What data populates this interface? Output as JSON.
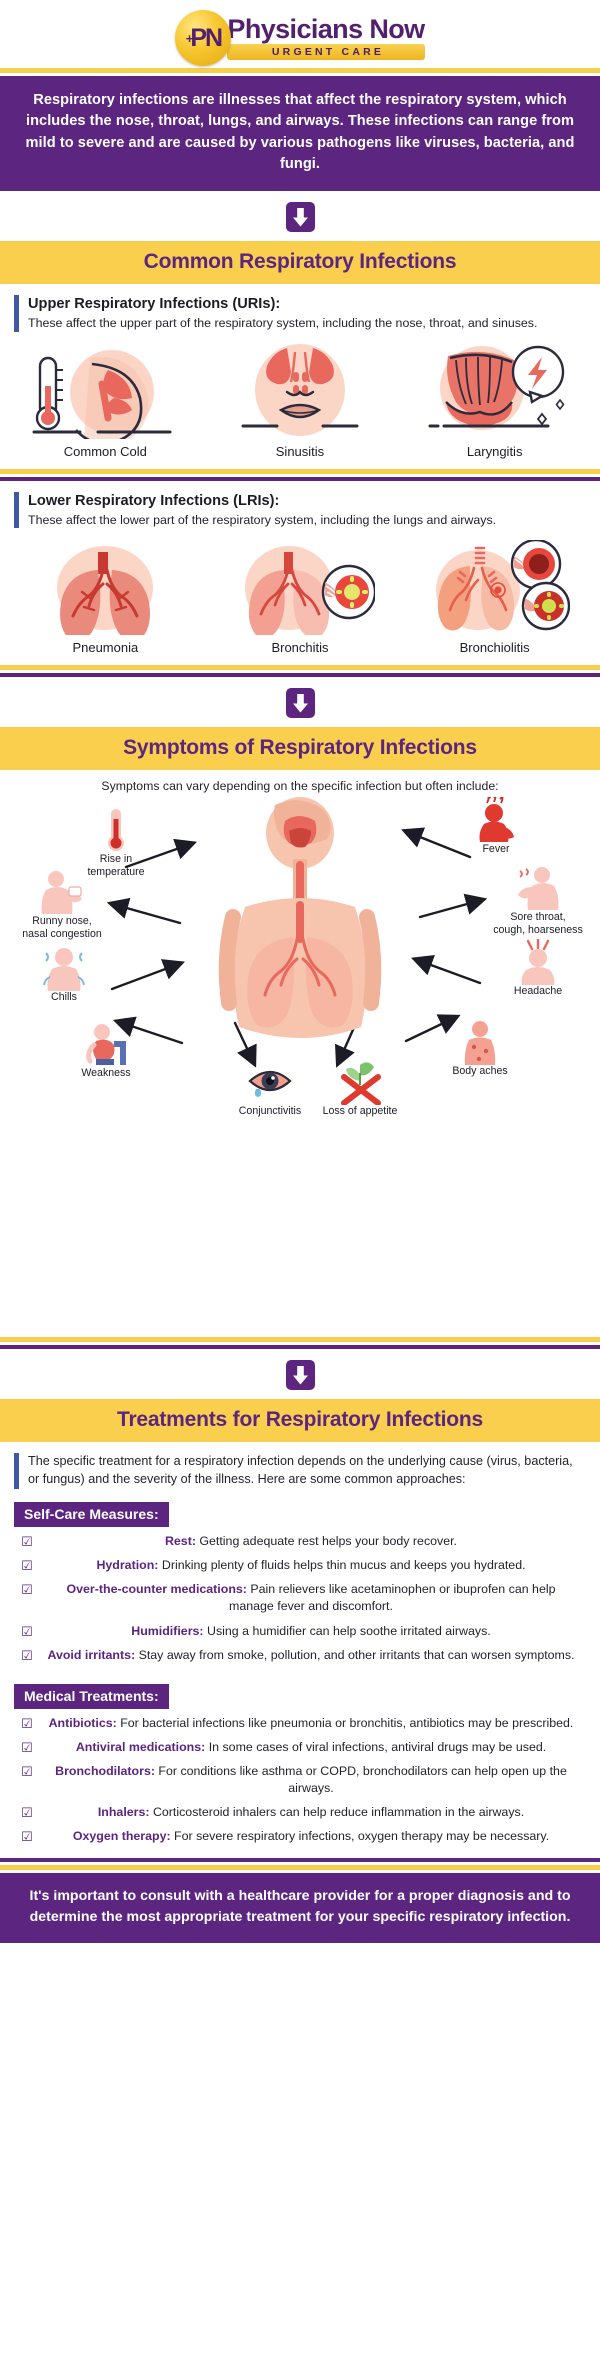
{
  "brand": {
    "monogram_plus": "+",
    "monogram": "PN",
    "name": "Physicians Now",
    "tagline": "URGENT CARE"
  },
  "intro_banner": {
    "text": "Respiratory infections are illnesses that affect the respiratory system, which includes the nose, throat, lungs, and airways. These infections can range from mild to severe and are caused by various pathogens like viruses, bacteria, and fungi."
  },
  "sections": {
    "common": {
      "title": "Common Respiratory Infections",
      "upper": {
        "heading": "Upper Respiratory Infections (URIs):",
        "description": "These affect the upper part of the respiratory system, including the nose, throat, and sinuses.",
        "items": [
          {
            "label": "Common Cold",
            "icon": "thermometer-head-icon"
          },
          {
            "label": "Sinusitis",
            "icon": "sinus-face-icon"
          },
          {
            "label": "Laryngitis",
            "icon": "larynx-icon"
          }
        ]
      },
      "lower": {
        "heading": "Lower Respiratory Infections (LRIs):",
        "description": "These affect the lower part of the respiratory system, including the lungs and airways.",
        "items": [
          {
            "label": "Pneumonia",
            "icon": "lungs-icon"
          },
          {
            "label": "Bronchitis",
            "icon": "lungs-bronchi-magnify-icon"
          },
          {
            "label": "Bronchiolitis",
            "icon": "lungs-bronchiole-magnify-icon"
          }
        ]
      }
    },
    "symptoms": {
      "title": "Symptoms of Respiratory Infections",
      "note": "Symptoms can vary depending on the specific infection but often include:",
      "items": [
        {
          "label": "Rise in\ntemperature",
          "icon": "thermometer-icon"
        },
        {
          "label": "Fever",
          "icon": "fever-person-icon"
        },
        {
          "label": "Runny nose,\nnasal congestion",
          "icon": "runny-nose-icon"
        },
        {
          "label": "Sore throat,\ncough, hoarseness",
          "icon": "sore-throat-icon"
        },
        {
          "label": "Chills",
          "icon": "chills-icon"
        },
        {
          "label": "Headache",
          "icon": "headache-icon"
        },
        {
          "label": "Weakness",
          "icon": "weakness-icon"
        },
        {
          "label": "Conjunctivitis",
          "icon": "eye-icon"
        },
        {
          "label": "Loss of appetite",
          "icon": "no-appetite-icon"
        },
        {
          "label": "Body aches",
          "icon": "body-aches-icon"
        }
      ],
      "center_figure": "human-torso-lungs-icon"
    },
    "treatments": {
      "title": "Treatments for Respiratory Infections",
      "intro": "The specific treatment for a respiratory infection depends on the underlying cause (virus, bacteria, or fungus) and the severity of the illness. Here are some common approaches:",
      "self_care": {
        "chip": "Self-Care Measures:",
        "items": [
          {
            "term": "Rest:",
            "text": " Getting adequate rest helps your body recover."
          },
          {
            "term": "Hydration:",
            "text": " Drinking plenty of fluids helps thin mucus and keeps you hydrated."
          },
          {
            "term": "Over-the-counter medications:",
            "text": " Pain relievers like acetaminophen or ibuprofen can help manage fever and discomfort."
          },
          {
            "term": "Humidifiers:",
            "text": " Using a humidifier can help soothe irritated airways."
          },
          {
            "term": "Avoid irritants:",
            "text": " Stay away from smoke, pollution, and other irritants that can worsen symptoms."
          }
        ]
      },
      "medical": {
        "chip": "Medical Treatments:",
        "items": [
          {
            "term": "Antibiotics:",
            "text": " For bacterial infections like pneumonia or bronchitis, antibiotics may be prescribed."
          },
          {
            "term": "Antiviral medications:",
            "text": " In some cases of viral infections, antiviral drugs may be used."
          },
          {
            "term": "Bronchodilators:",
            "text": " For conditions like asthma or COPD, bronchodilators can help open up the airways."
          },
          {
            "term": "Inhalers:",
            "text": " Corticosteroid inhalers can help reduce inflammation in the airways."
          },
          {
            "term": "Oxygen therapy:",
            "text": " For severe respiratory infections, oxygen therapy may be necessary."
          }
        ]
      }
    }
  },
  "footer": {
    "text": "It's important to consult with a healthcare provider for a proper diagnosis and to determine the most appropriate treatment for your specific respiratory infection."
  },
  "icons": {
    "check": "☑",
    "arrow_down": "down-arrow-icon"
  },
  "colors": {
    "purple": "#5b2580",
    "yellow": "#f9cf4d",
    "blue_bar": "#4159a4",
    "coral": "#e8685d",
    "skin": "#f7c4ae",
    "text": "#23232f"
  }
}
